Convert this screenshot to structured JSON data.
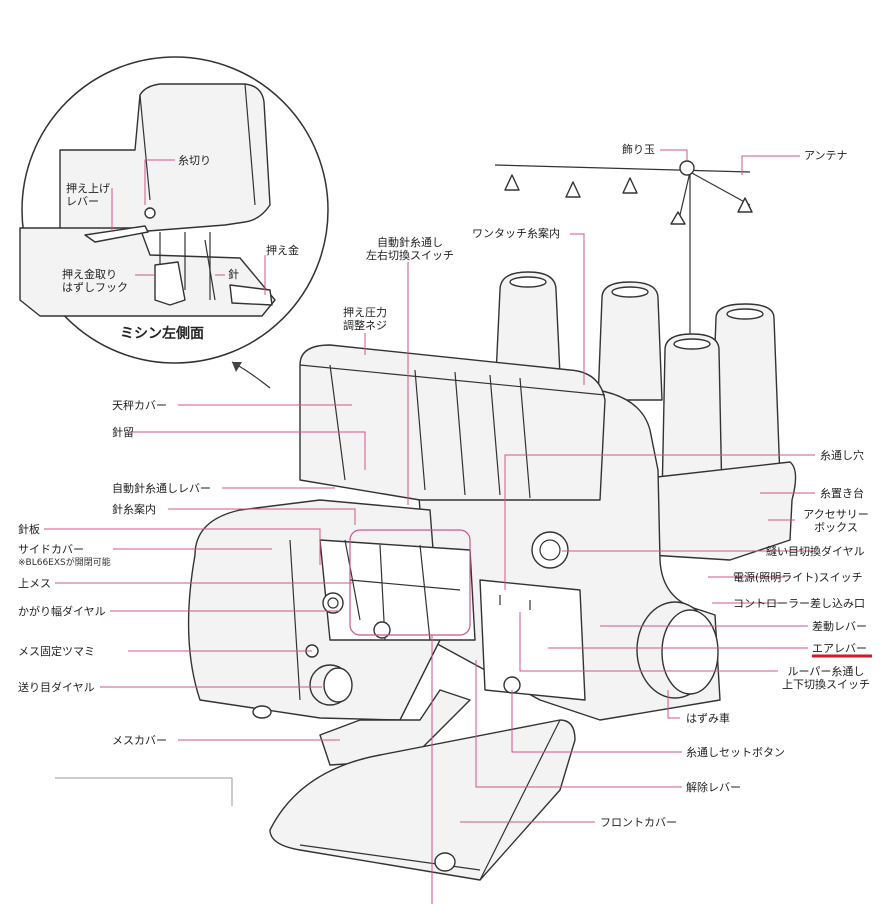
{
  "colors": {
    "leader": "#d0558a",
    "outline": "#333333",
    "fill": "#f3f3f3",
    "highlight": "#d11a2a"
  },
  "inset": {
    "title": "ミシン左側面",
    "labels": {
      "thread_cutter": "糸切り",
      "presser_lever": "押え上げ\nレバー",
      "presser_foot": "押え金",
      "foot_release": "押え金取り\nはずしフック",
      "needle": "針"
    }
  },
  "labels": {
    "pressure_screw": "押え圧力\n調整ネジ",
    "auto_switch": "自動針糸通し\n左右切換スイッチ",
    "onetouch_guide": "ワンタッチ糸案内",
    "spool_ball": "飾り玉",
    "antenna": "アンテナ",
    "thread_cover": "天秤カバー",
    "needle_clamp": "針留",
    "auto_lever": "自動針糸通しレバー",
    "needle_guide": "針糸案内",
    "needle_plate": "針板",
    "side_cover": "サイドカバー",
    "side_cover_note": "※BL66EXSが開閉可能",
    "upper_knife": "上メス",
    "width_dial": "かがり幅ダイヤル",
    "knife_knob": "メス固定ツマミ",
    "feed_dial": "送り目ダイヤル",
    "knife_cover": "メスカバー",
    "threading_hole": "糸通し穴",
    "spool_stand": "糸置き台",
    "accessory_box": "アクセサリー\nボックス",
    "stitch_dial": "縫い目切換ダイヤル",
    "power_switch": "電源(照明ライト)スイッチ",
    "controller_socket": "コントローラー差し込み口",
    "diff_lever": "差動レバー",
    "air_lever": "エアレバー",
    "looper_switch": "ルーパー糸通し\n上下切換スイッチ",
    "handwheel": "はずみ車",
    "threading_set": "糸通しセットボタン",
    "release_lever": "解除レバー",
    "front_cover": "フロントカバー"
  }
}
